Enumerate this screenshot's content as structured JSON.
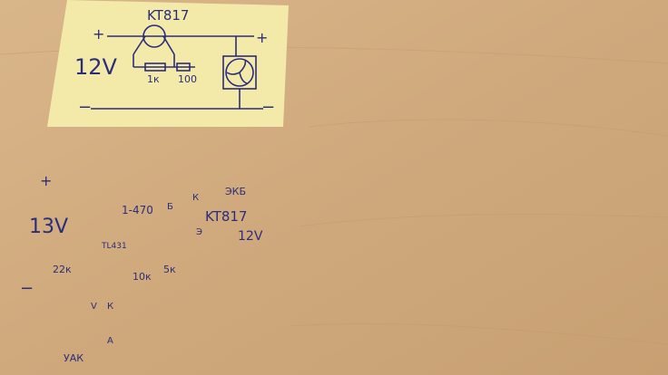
{
  "top_schematic": {
    "transistor_label": "KT817",
    "voltage": "12V",
    "resistor_1": "1к",
    "resistor_2": "100",
    "plus": "+",
    "minus": "−"
  },
  "bottom_schematic": {
    "voltage_in": "13V",
    "voltage_out": "12V",
    "transistor_label": "KT817",
    "pin_labels": "ЭКБ",
    "base_pin": "Б",
    "collector_pin": "К",
    "emitter_pin": "Э",
    "resistor_top": "1-470",
    "regulator": "TL431",
    "resistor_left": "22к",
    "resistor_mid": "10к",
    "resistor_right": "5к",
    "pinout_left": "УАК",
    "pinout_v": "V",
    "pinout_k": "К",
    "pinout_a": "А",
    "plus": "+",
    "minus": "−"
  }
}
